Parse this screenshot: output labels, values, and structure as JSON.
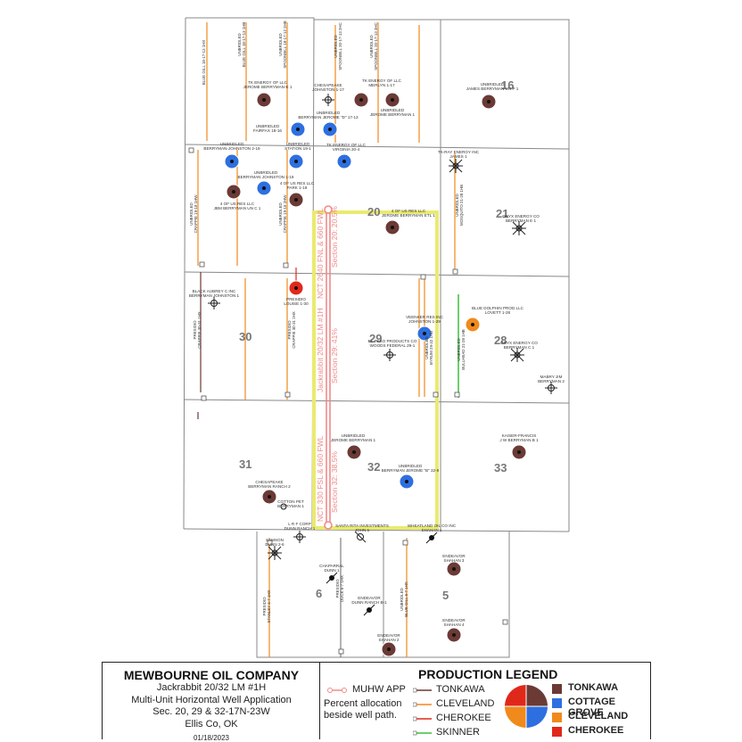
{
  "colors": {
    "tonkawa": "#6b3a35",
    "cottage_grove": "#2e6fe0",
    "cleveland": "#f08a1c",
    "cherokee": "#e0281a",
    "skinner": "#3bbf3b",
    "unit_outline": "#eaea70",
    "muhw": "#f08a8a"
  },
  "sections": [
    {
      "num": "16",
      "status_label": "UNBRIDLED\nJAMES BERRYMAN UN P 1"
    },
    {
      "num": "20"
    },
    {
      "num": "21"
    },
    {
      "num": "28"
    },
    {
      "num": "29"
    },
    {
      "num": "30"
    },
    {
      "num": "31"
    },
    {
      "num": "32"
    },
    {
      "num": "33"
    },
    {
      "num": "5"
    },
    {
      "num": "6"
    }
  ],
  "well_labels": [
    "TK ENERGY OF LLC\nJEROME BERRYMAN-E 1",
    "CHESAPEAKE\nJOHNSTON 1-17",
    "TK ENERGY OF LLC\nMERLYN 1-17",
    "UNBRIDLED\nJEROME BERRYMAN 1",
    "UNBRIDLED\nBERRYMAN JEROME \"D\" 17-13",
    "UNBRIDLED\nFAIRFAX 18-16",
    "UNBRIDLED\nBERRYMAN-JOHNSTON 2-19",
    "UNBRIDLED\nSTATION 19-1",
    "TK ENERGY OF LLC\nVIRGINIA 20-4",
    "TK-RAY ENERGY INC\nJAMES 1",
    "UNBRIDLED\nBERRYMAN JOHNSTON 1-19",
    "4 OF US RES LLC\nPARK 1-19",
    "4 OF US RES LLC\nJBM BERRYMAN UN C 1",
    "4 OF US RES LLC\nJEROME BERRYMAN ETL 1",
    "ORYX ENERGY CO\nBERRYMAN E 1",
    "BLACK AUBREY C INC\nBERRYMAN JOHNSTON 1",
    "PRESIDIO\nLOUISE 1-30",
    "VEENKER RES INC\nJOHNSTON 1-29",
    "BLUE DOLPHIN PROD LLC\nLOVETT 1-28",
    "EL-PASO PRODUCTS CO\nWOODS FEDERAL 29-1",
    "ORYX ENERGY CO\nBERRYMAN C 1",
    "MABRY JIM\nBERRYMAN 2",
    "UNBRIDLED\nJEROME BERRYMAN 1",
    "KAISER-FRANCIS\nJ W BERRYMAN B 1",
    "UNBRIDLED\nBERRYMAN JEROME \"B\" 32-9",
    "CHESAPEAKE\nBERRYMAN RANCH 2",
    "COTTON PET\nBERRYMAN 1",
    "L R F CORP\nDUNN RANCH 1",
    "SANTA RITA INVESTMENTS\nJOHN 1",
    "WHEATLAND OIL CO INC\nSHAHAN 1",
    "SAMSON\nDUNN 2-6",
    "CHAPARRAL\nDUNN 1",
    "ENDEAVOR\nSHAHAN 3",
    "ENDEAVOR\nDUNN RANCH B-1",
    "ENDEAVOR\nSHAHAN 4",
    "ENDEAVOR\nSHAHAN 2"
  ],
  "lateral_labels": [
    "BLUE GILL 18-17-13 1HX",
    "UNBRIDLED\nBLUE GILL 18-17-13 1HB",
    "UNBRIDLED\nSPOONBILL 18-17-12 2HB",
    "UNBRIDLED\nSPOONBILL 20-17-13 2HC",
    "UNBRIDLED\nSPOONBILL 20-17-13 3HC",
    "UNBRIDLED\nCRAPPIE 19-18 1HW",
    "UNBRIDLED\nCRAPPIE 19-18 2HW",
    "UNBRIDLED\nMOSQUITO 21-28 1HB",
    "PRESIDIO\nCRAPPIE 30-31 1HX",
    "PRESIDIO\nCRAPPIE 30-31 2HX",
    "UNBRIDLED\nBULLHEAD 21-28 1HB",
    "UNBRIDLED\nBYRUM 29-32 1HB",
    "PRESIDIO\nSTANLEY 6-7 1HX",
    "PRESIDIO\nDUCK 6-7 1HX",
    "UNBRIDLED\nBLUE GILL 6-7 1HX"
  ],
  "proposed_well": {
    "name": "Jackrabbit 20/32 LM #1H",
    "top_label": "NCT 2640 FNL & 660 FWL",
    "section20_pct": "Section 20: 20.5%",
    "section29_pct": "Section 29: 41%",
    "section32_pct": "Section 32: 38.5%",
    "bottom_label": "NCT 330 FSL & 660 FWL"
  },
  "title_block": {
    "company": "MEWBOURNE OIL COMPANY",
    "well": "Jackrabbit 20/32 LM #1H",
    "application": "Multi-Unit Horizontal Well Application",
    "location": "Sec. 20, 29 & 32-17N-23W",
    "county": "Ellis Co, OK",
    "date": "01/18/2023"
  },
  "legend": {
    "title": "PRODUCTION LEGEND",
    "muhw": "MUHW APP",
    "percent_note_1": "Percent allocation",
    "percent_note_2": "beside well path.",
    "lines": [
      "TONKAWA",
      "CLEVELAND",
      "CHEROKEE",
      "SKINNER"
    ],
    "squares": [
      "TONKAWA",
      "COTTAGE GROVE",
      "CLEVELAND",
      "CHEROKEE"
    ]
  }
}
